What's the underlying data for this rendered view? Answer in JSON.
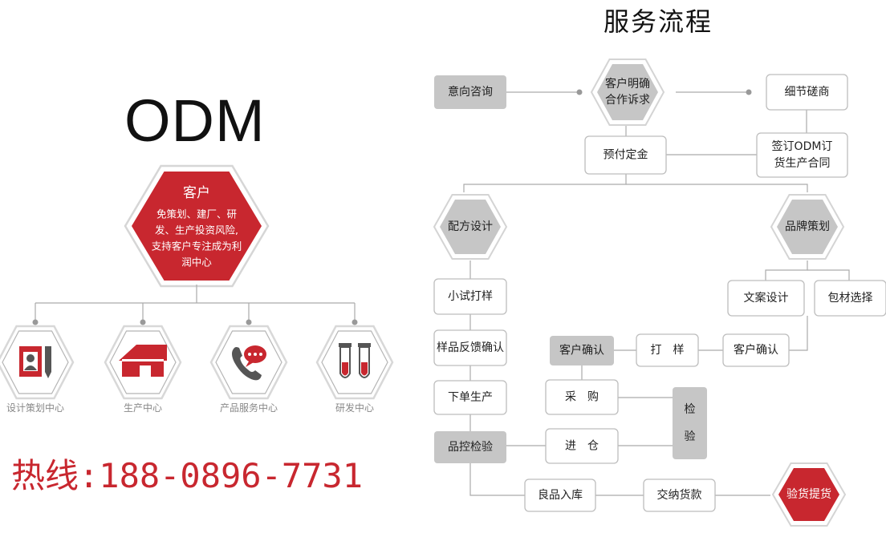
{
  "left": {
    "odm_title": "ODM",
    "customer": {
      "title": "客户",
      "desc": [
        "免策划、建厂、研",
        "发、生产投资风险,",
        "支持客户专注成为利",
        "润中心"
      ]
    },
    "centers": [
      {
        "label": "设计策划中心",
        "icon": "id-card-pen-icon"
      },
      {
        "label": "生产中心",
        "icon": "factory-house-icon"
      },
      {
        "label": "产品服务中心",
        "icon": "phone-chat-icon"
      },
      {
        "label": "研发中心",
        "icon": "test-tubes-icon"
      }
    ],
    "hotline": "热线:188-0896-7731"
  },
  "flow": {
    "title": "服务流程",
    "nodes": {
      "yixiang": "意向咨询",
      "kehu_mingque": [
        "客户明确",
        "合作诉求"
      ],
      "xijie": "细节磋商",
      "yufu": "预付定金",
      "qianding": [
        "签订ODM订",
        "货生产合同"
      ],
      "peifang": "配方设计",
      "pinpai": "品牌策划",
      "xiaoshi": "小试打样",
      "wenan": "文案设计",
      "baocai": "包材选择",
      "yangpin": "样品反馈确认",
      "kehu_queren_1": "客户确认",
      "dayang": "打　样",
      "kehu_queren_2": "客户确认",
      "xiadan": "下单生产",
      "caigou": "采　购",
      "jianyan": [
        "检",
        "验"
      ],
      "pinkong": "品控检验",
      "jincang": "进　仓",
      "liangpin": "良品入库",
      "jiaona": "交纳货款",
      "yanhuo": "验货提货"
    }
  },
  "colors": {
    "accent": "#c8272f",
    "gray_box": "#c6c6c6",
    "line": "#aaaaaa",
    "icon_gray": "#555555",
    "label_gray": "#888888"
  }
}
